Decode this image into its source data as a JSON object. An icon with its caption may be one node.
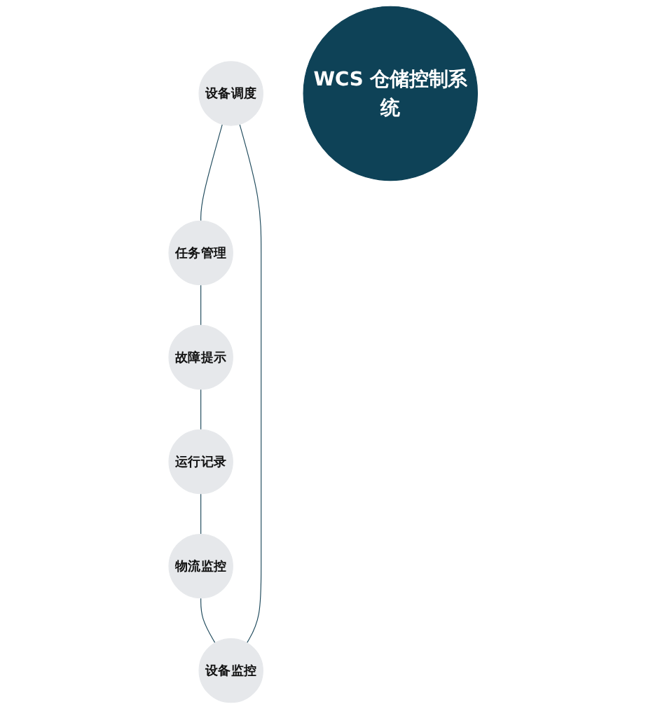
{
  "diagram": {
    "nodes": [
      {
        "text": [
          "设备调度"
        ]
      },
      {
        "text": [
          "任务管理"
        ]
      },
      {
        "text": [
          "设备监控"
        ]
      },
      {
        "text": [
          "WCS 仓储控制系统"
        ]
      },
      {
        "text": [
          "物流监控"
        ]
      },
      {
        "text": [
          "运行记录"
        ]
      },
      {
        "text": [
          "故障提示"
        ]
      }
    ],
    "edges": [
      {
        "from": 0,
        "to": 1,
        "arrow": "none"
      },
      {
        "from": 1,
        "to": 6,
        "arrow": "none"
      },
      {
        "from": 6,
        "to": 5,
        "arrow": "none"
      },
      {
        "from": 5,
        "to": 4,
        "arrow": "none"
      },
      {
        "from": 4,
        "to": 2,
        "arrow": "none"
      },
      {
        "from": 2,
        "to": 0,
        "arrow": "none"
      }
    ]
  }
}
